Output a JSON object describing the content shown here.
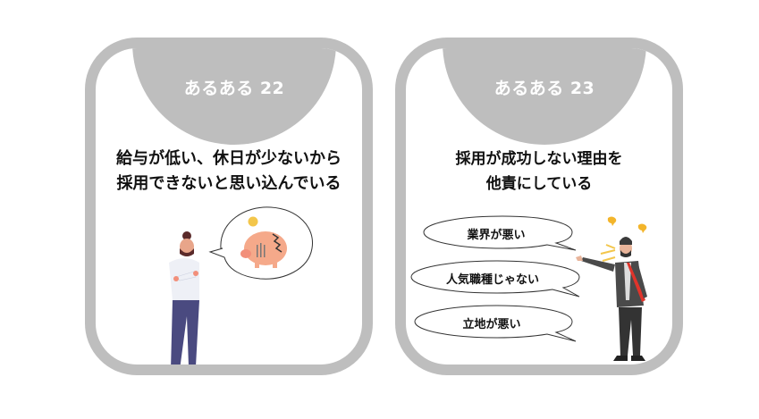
{
  "cards": [
    {
      "badge": "あるある 22",
      "headline_lines": [
        "給与が低い、休日が少ないから",
        "採用できないと思い込んでいる"
      ],
      "illustration": "man-thinking-about-broken-piggy-bank"
    },
    {
      "badge": "あるある 23",
      "headline_lines": [
        "採用が成功しない理由を",
        "他責にしている"
      ],
      "illustration": "man-blaming-with-speech-bubbles",
      "speech_bubbles": [
        "業界が悪い",
        "人気職種じゃない",
        "立地が悪い"
      ]
    }
  ],
  "colors": {
    "frame": "#bebebe",
    "text": "#111111",
    "badge_text": "#ffffff",
    "piggy": "#f5a98a",
    "coin": "#f3c64b",
    "tie": "#e0342b",
    "suit": "#4a4a4a",
    "pants_blue": "#4a4a80"
  }
}
